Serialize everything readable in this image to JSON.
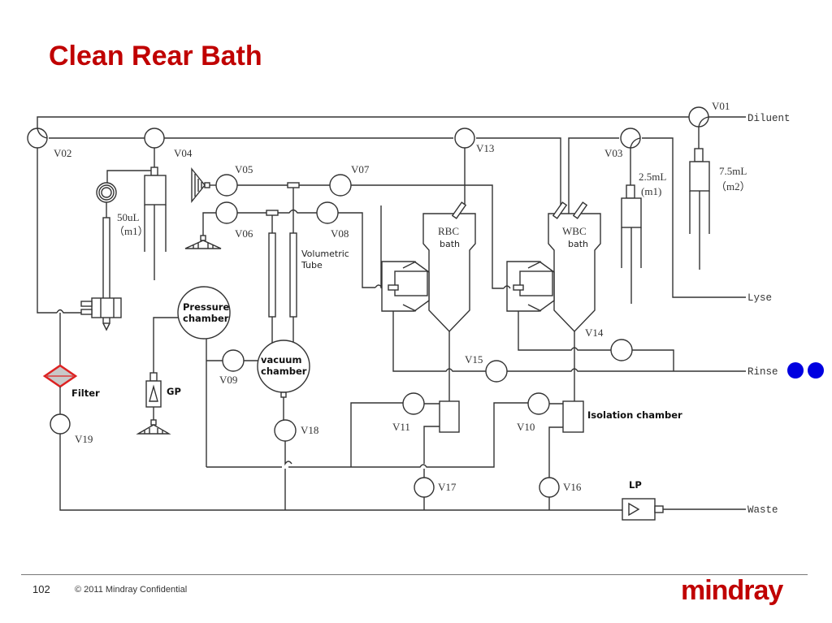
{
  "slide": {
    "title": "Clean Rear Bath",
    "page_number": "102",
    "copyright": "© 2011 Mindray Confidential",
    "logo_text": "mindray",
    "brand_color": "#c00000"
  },
  "diagram": {
    "valves": {
      "V01": "V01",
      "V02": "V02",
      "V03": "V03",
      "V04": "V04",
      "V05": "V05",
      "V06": "V06",
      "V07": "V07",
      "V08": "V08",
      "V09": "V09",
      "V10": "V10",
      "V11": "V11",
      "V13": "V13",
      "V14": "V14",
      "V15": "V15",
      "V16": "V16",
      "V17": "V17",
      "V18": "V18",
      "V19": "V19"
    },
    "reagents": {
      "diluent": "Diluent",
      "lyse": "Lyse",
      "rinse": "Rinse",
      "waste": "Waste"
    },
    "syringes": {
      "s50_vol": "50uL",
      "s50_id": "（m1）",
      "s25_vol": "2.5mL",
      "s25_id": "(m1)",
      "s75_vol": "7.5mL",
      "s75_id": "（m2）"
    },
    "components": {
      "rbc_bath_1": "RBC",
      "rbc_bath_2": "bath",
      "wbc_bath_1": "WBC",
      "wbc_bath_2": "bath",
      "pressure_1": "Pressure",
      "pressure_2": "chamber",
      "vacuum_1": "vacuum",
      "vacuum_2": "chamber",
      "volumetric_1": "Volumetric",
      "volumetric_2": "Tube",
      "filter": "Filter",
      "gp": "GP",
      "lp": "LP",
      "isolation": "Isolation chamber"
    },
    "indicator_color": "#0000e0"
  }
}
